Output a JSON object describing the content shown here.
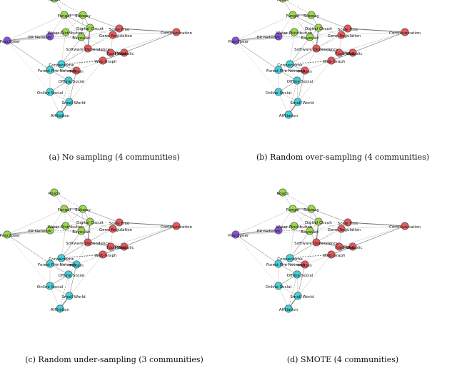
{
  "colors": {
    "red": "#e8575a",
    "green": "#9bd84a",
    "cyan": "#3fd2dc",
    "purple": "#8a4fe0",
    "node_stroke": "#555555",
    "edge": "#444444"
  },
  "node_names": {
    "roads": "Roads",
    "fungal": "Fungal",
    "subway": "Subway",
    "digital": "Digital Circuit",
    "scalefree": "Scale Free",
    "water": "Water Distribution",
    "er": "ER Network",
    "p2p": "Peer2peer",
    "genereg": "Gene Regulation",
    "bayesian": "Bayesian",
    "comm": "Communication",
    "softdep": "Software Dependency",
    "foodweb": "Food Web",
    "metabolic": "Metabolic",
    "webgraph": "Web Graph",
    "connectome": "Connectome",
    "forestfire": "Forest Fire Network",
    "protein": "Protein",
    "offline": "Offline Social",
    "online": "Online Social",
    "smallworld": "Small World",
    "affiliation": "Affiliation"
  },
  "panels": [
    {
      "caption": "(a) No sampling (4 communities)",
      "communities": {
        "roads": "green",
        "fungal": "green",
        "subway": "green",
        "digital": "green",
        "water": "green",
        "bayesian": "green",
        "scalefree": "red",
        "genereg": "red",
        "comm": "red",
        "softdep": "red",
        "foodweb": "red",
        "metabolic": "red",
        "webgraph": "red",
        "protein": "red",
        "er": "purple",
        "p2p": "purple",
        "connectome": "cyan",
        "forestfire": "cyan",
        "offline": "cyan",
        "online": "cyan",
        "smallworld": "cyan",
        "affiliation": "cyan"
      }
    },
    {
      "caption": "(b) Random over-sampling (4 communities)",
      "communities": {
        "roads": "green",
        "fungal": "green",
        "subway": "green",
        "digital": "green",
        "water": "green",
        "bayesian": "green",
        "scalefree": "red",
        "genereg": "red",
        "comm": "red",
        "softdep": "red",
        "foodweb": "red",
        "metabolic": "red",
        "webgraph": "red",
        "protein": "red",
        "er": "purple",
        "p2p": "purple",
        "connectome": "cyan",
        "forestfire": "cyan",
        "offline": "cyan",
        "online": "cyan",
        "smallworld": "cyan",
        "affiliation": "cyan"
      }
    },
    {
      "caption": "(c) Random under-sampling (3 communities)",
      "communities": {
        "roads": "green",
        "fungal": "green",
        "subway": "green",
        "digital": "green",
        "water": "green",
        "bayesian": "green",
        "er": "green",
        "p2p": "green",
        "scalefree": "red",
        "genereg": "red",
        "comm": "red",
        "softdep": "red",
        "foodweb": "red",
        "metabolic": "red",
        "webgraph": "red",
        "connectome": "cyan",
        "forestfire": "cyan",
        "protein": "cyan",
        "offline": "cyan",
        "online": "cyan",
        "smallworld": "cyan",
        "affiliation": "cyan"
      }
    },
    {
      "caption": "(d) SMOTE (4 communities)",
      "communities": {
        "roads": "green",
        "fungal": "green",
        "subway": "green",
        "digital": "green",
        "water": "green",
        "bayesian": "green",
        "scalefree": "red",
        "genereg": "red",
        "comm": "red",
        "softdep": "red",
        "foodweb": "red",
        "metabolic": "red",
        "webgraph": "red",
        "protein": "red",
        "er": "purple",
        "p2p": "purple",
        "connectome": "cyan",
        "forestfire": "cyan",
        "offline": "cyan",
        "online": "cyan",
        "smallworld": "cyan",
        "affiliation": "cyan"
      }
    }
  ],
  "edges": [
    [
      "fungal",
      "subway"
    ],
    [
      "fungal",
      "water"
    ],
    [
      "fungal",
      "er"
    ],
    [
      "fungal",
      "digital"
    ],
    [
      "fungal",
      "bayesian"
    ],
    [
      "fungal",
      "roads"
    ],
    [
      "subway",
      "digital"
    ],
    [
      "subway",
      "water"
    ],
    [
      "subway",
      "bayesian"
    ],
    [
      "subway",
      "roads"
    ],
    [
      "subway",
      "scalefree"
    ],
    [
      "digital",
      "water"
    ],
    [
      "digital",
      "bayesian"
    ],
    [
      "digital",
      "scalefree"
    ],
    [
      "digital",
      "genereg"
    ],
    [
      "digital",
      "softdep"
    ],
    [
      "water",
      "er"
    ],
    [
      "water",
      "bayesian"
    ],
    [
      "water",
      "p2p"
    ],
    [
      "water",
      "connectome"
    ],
    [
      "er",
      "p2p"
    ],
    [
      "er",
      "bayesian"
    ],
    [
      "p2p",
      "bayesian"
    ],
    [
      "p2p",
      "fungal"
    ],
    [
      "p2p",
      "forestfire"
    ],
    [
      "bayesian",
      "softdep"
    ],
    [
      "bayesian",
      "genereg"
    ],
    [
      "bayesian",
      "connectome"
    ],
    [
      "bayesian",
      "scalefree"
    ],
    [
      "scalefree",
      "genereg"
    ],
    [
      "scalefree",
      "comm"
    ],
    [
      "scalefree",
      "softdep"
    ],
    [
      "genereg",
      "comm"
    ],
    [
      "genereg",
      "softdep"
    ],
    [
      "genereg",
      "foodweb"
    ],
    [
      "softdep",
      "foodweb"
    ],
    [
      "softdep",
      "metabolic"
    ],
    [
      "softdep",
      "webgraph"
    ],
    [
      "softdep",
      "protein"
    ],
    [
      "softdep",
      "connectome"
    ],
    [
      "foodweb",
      "metabolic"
    ],
    [
      "foodweb",
      "webgraph"
    ],
    [
      "metabolic",
      "webgraph"
    ],
    [
      "metabolic",
      "comm"
    ],
    [
      "webgraph",
      "protein"
    ],
    [
      "webgraph",
      "connectome"
    ],
    [
      "webgraph",
      "smallworld"
    ],
    [
      "connectome",
      "forestfire"
    ],
    [
      "connectome",
      "protein"
    ],
    [
      "connectome",
      "offline"
    ],
    [
      "forestfire",
      "protein"
    ],
    [
      "forestfire",
      "offline"
    ],
    [
      "forestfire",
      "online"
    ],
    [
      "protein",
      "offline"
    ],
    [
      "protein",
      "smallworld"
    ],
    [
      "offline",
      "online"
    ],
    [
      "offline",
      "smallworld"
    ],
    [
      "offline",
      "affiliation"
    ],
    [
      "online",
      "smallworld"
    ],
    [
      "online",
      "affiliation"
    ],
    [
      "smallworld",
      "affiliation"
    ],
    [
      "p2p",
      "online"
    ],
    [
      "comm",
      "foodweb"
    ],
    [
      "comm",
      "webgraph"
    ]
  ]
}
